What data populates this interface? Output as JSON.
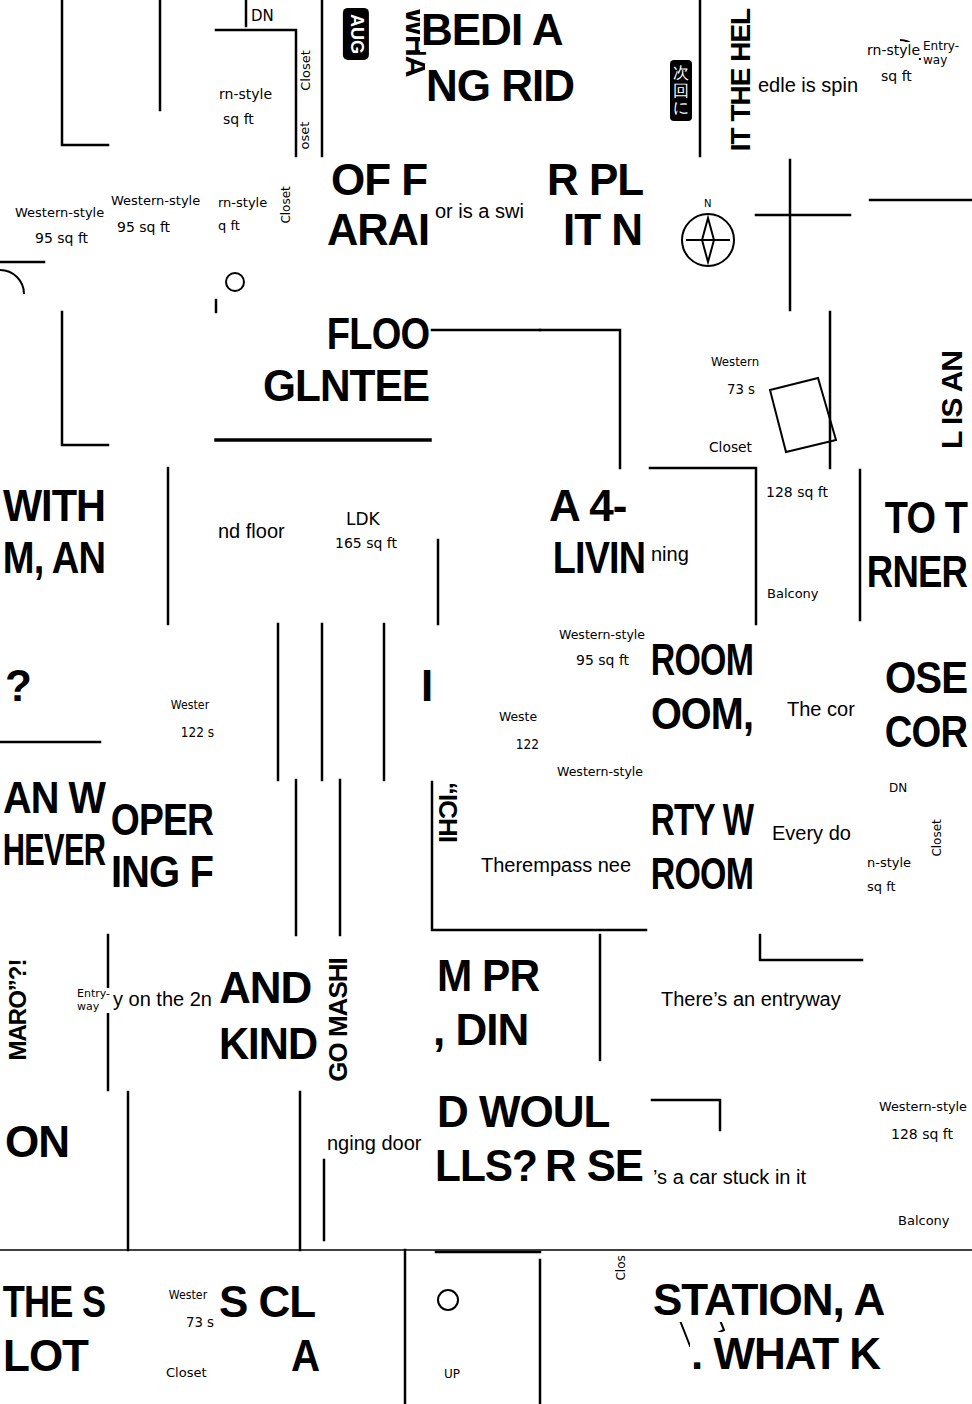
{
  "diagram": {
    "labels": [
      "DN",
      "rn-style",
      "sq ft",
      "Closet",
      "oset",
      "AUG",
      "WHA",
      "BEDI A",
      "NG RID",
      "次回に",
      "IT THE HEL",
      "edle is spin",
      "rn-style",
      "Entry- way",
      "sq ft",
      "Western-style",
      "95 sq ft",
      "Western-style",
      "95 sq ft",
      "rn-style",
      "q ft",
      "Closet",
      "OF F",
      "ARAI",
      "or is a swi",
      "R PL",
      "IT N",
      "N",
      "FLOO",
      "GLNTEE",
      "Western",
      "73 s",
      "Closet",
      "L IS AN",
      "WITH",
      "M, AN",
      "nd floor",
      "LDK",
      "165 sq ft",
      "A 4-",
      "LIVIN",
      "ning",
      "128 sq ft",
      "Balcony",
      "TO T",
      "RNER",
      "?",
      "Wester",
      "122 s",
      "I",
      "Weste",
      "122",
      "Western-style",
      "95 sq ft",
      "Western-style",
      "ROOM",
      "OOM,",
      "The cor",
      "OSE",
      "COR",
      "AN W",
      "HEVER",
      "OPER",
      "ING F",
      "“ICHI",
      "Therempass nee",
      "RTY W",
      "ROOM",
      "Every do",
      "DN",
      "Closet",
      "n-style",
      "sq ft",
      "MARO”?!",
      "Entry- way",
      "y on the 2n",
      "AND",
      "KIND",
      "GO MASHI",
      "M PR",
      ", DIN",
      "There’s an entryway",
      "ON",
      "nging door",
      "D WOUL",
      "LLS?",
      "R SE",
      "’s a car stuck in it",
      "Western-style",
      "128 sq ft",
      "Balcony",
      "THE S",
      "LOT",
      "Wester",
      "73 s",
      "Closet",
      "S CL",
      "A",
      "UP",
      "Clos",
      "STATION, A",
      ". WHAT K"
    ]
  }
}
